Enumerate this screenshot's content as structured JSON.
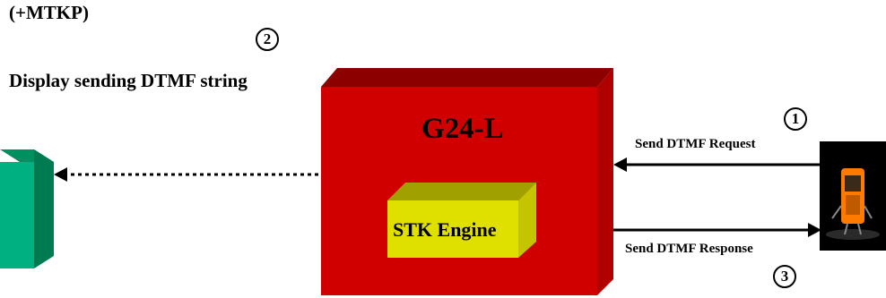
{
  "labels": {
    "mtkp": "(+MTKP)",
    "display": "Display sending DTMF string",
    "module": "G24-L",
    "engine": "STK Engine",
    "request": "Send DTMF Request",
    "response": "Send DTMF Response"
  },
  "steps": {
    "one": "1",
    "two": "2",
    "three": "3"
  },
  "colors": {
    "module_front": "#d10000",
    "module_top": "#8c0000",
    "module_side": "#b00000",
    "engine_front": "#e0e000",
    "engine_top": "#a0a000",
    "engine_side": "#c4c400",
    "terminal_front": "#00b080",
    "terminal_top": "#009060",
    "terminal_side": "#007a50",
    "phone_bg": "#000000",
    "phone_accent": "#ff7a00"
  },
  "icons": {
    "terminal": "teal-3d-block-icon",
    "phone": "mobile-phone-icon"
  }
}
